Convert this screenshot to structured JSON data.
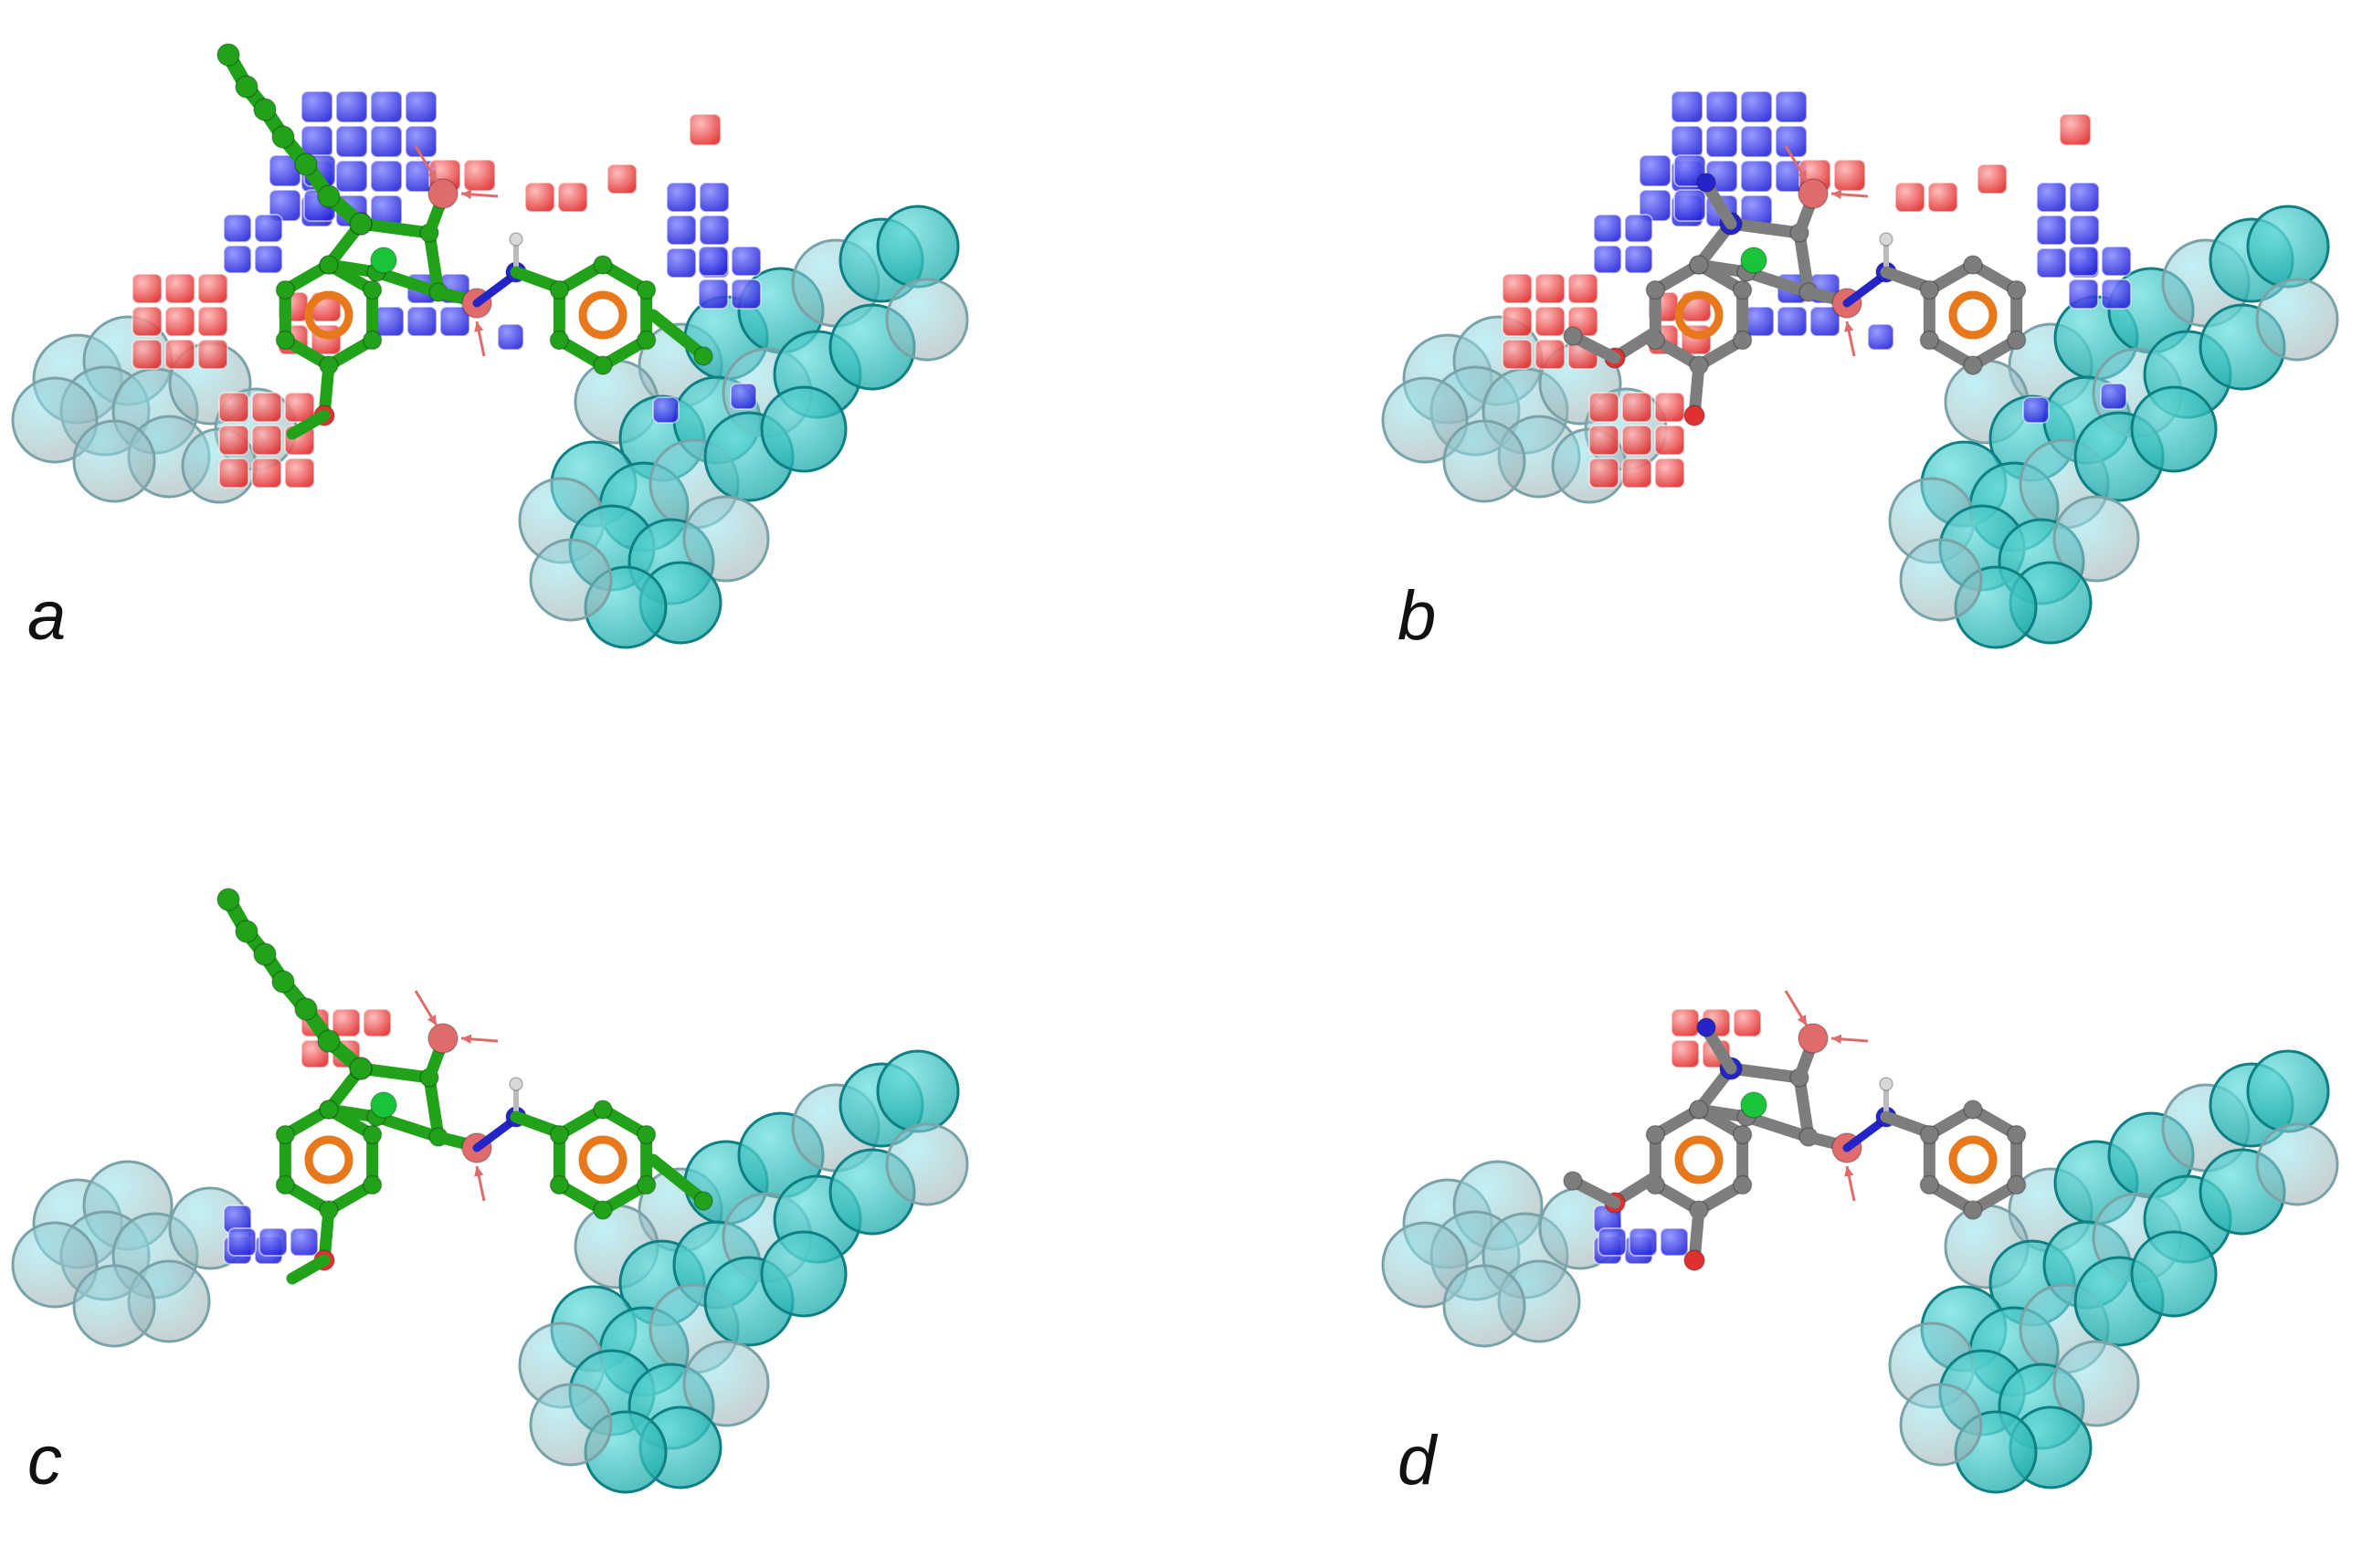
{
  "figure": {
    "panels": [
      {
        "id": "a",
        "label": "a",
        "ligand_color": "#22a11b",
        "field_points": "full"
      },
      {
        "id": "b",
        "label": "b",
        "ligand_color": "#7d7d7d",
        "field_points": "full"
      },
      {
        "id": "c",
        "label": "c",
        "ligand_color": "#22a11b",
        "field_points": "reduced"
      },
      {
        "id": "d",
        "label": "d",
        "ligand_color": "#7d7d7d",
        "field_points": "reduced"
      }
    ],
    "colors": {
      "electropositive_field": "#e02a2a",
      "electronegative_field": "#2424d8",
      "steric_field": "#19a8a8",
      "steric_field_light": "#8fe6ee",
      "ring_centroid": "#e8781c",
      "hbond_acceptor": "#e06b6b",
      "nitrogen": "#2424c8",
      "hydrogen": "#d8d8d8",
      "center_point": "#19c43a"
    },
    "icons": [
      "ball-and-stick-ligand",
      "field-cube",
      "field-sphere",
      "ring-centroid-icon",
      "hbond-arrow-icon"
    ]
  }
}
